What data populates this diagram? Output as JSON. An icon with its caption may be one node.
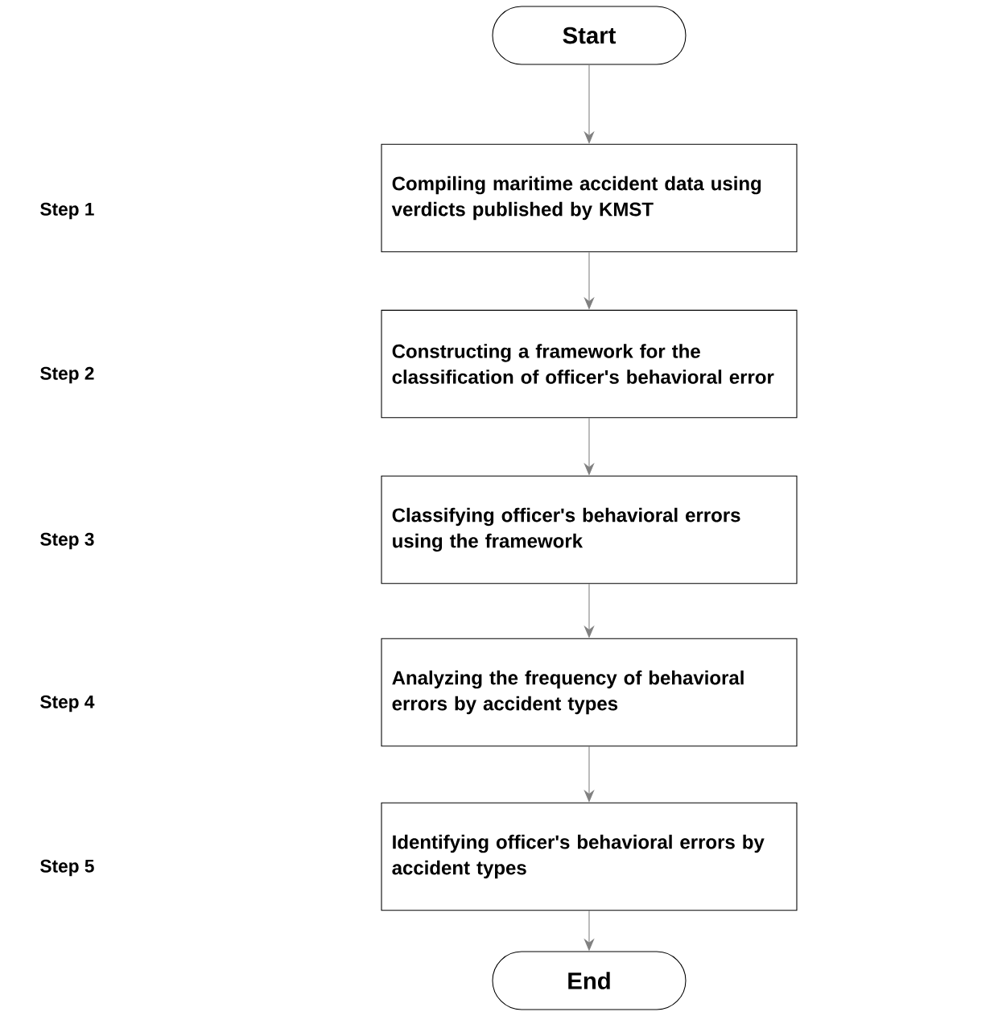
{
  "diagram": {
    "nodes": [
      {
        "text": [
          "Start"
        ]
      },
      {
        "text": [
          "Compiling maritime accident data using verdicts published by KMST"
        ]
      },
      {
        "text": [
          "Constructing a framework for the classification of officer's behavioral error"
        ]
      },
      {
        "text": [
          "Classifying officer's behavioral errors using the framework"
        ]
      },
      {
        "text": [
          "Analyzing the frequency of behavioral errors by accident types"
        ]
      },
      {
        "text": [
          "Identifying officer's behavioral errors by accident types"
        ]
      },
      {
        "text": [
          "End"
        ]
      }
    ],
    "edges": [
      {
        "from": 0,
        "to": 1,
        "arrow": "to"
      },
      {
        "from": 1,
        "to": 2,
        "arrow": "to"
      },
      {
        "from": 2,
        "to": 3,
        "arrow": "to"
      },
      {
        "from": 3,
        "to": 4,
        "arrow": "to"
      },
      {
        "from": 4,
        "to": 5,
        "arrow": "to"
      },
      {
        "from": 5,
        "to": 6,
        "arrow": "to"
      }
    ],
    "labels": [
      "Step 1",
      "Step 2",
      "Step 3",
      "Step 4",
      "Step 5"
    ]
  }
}
